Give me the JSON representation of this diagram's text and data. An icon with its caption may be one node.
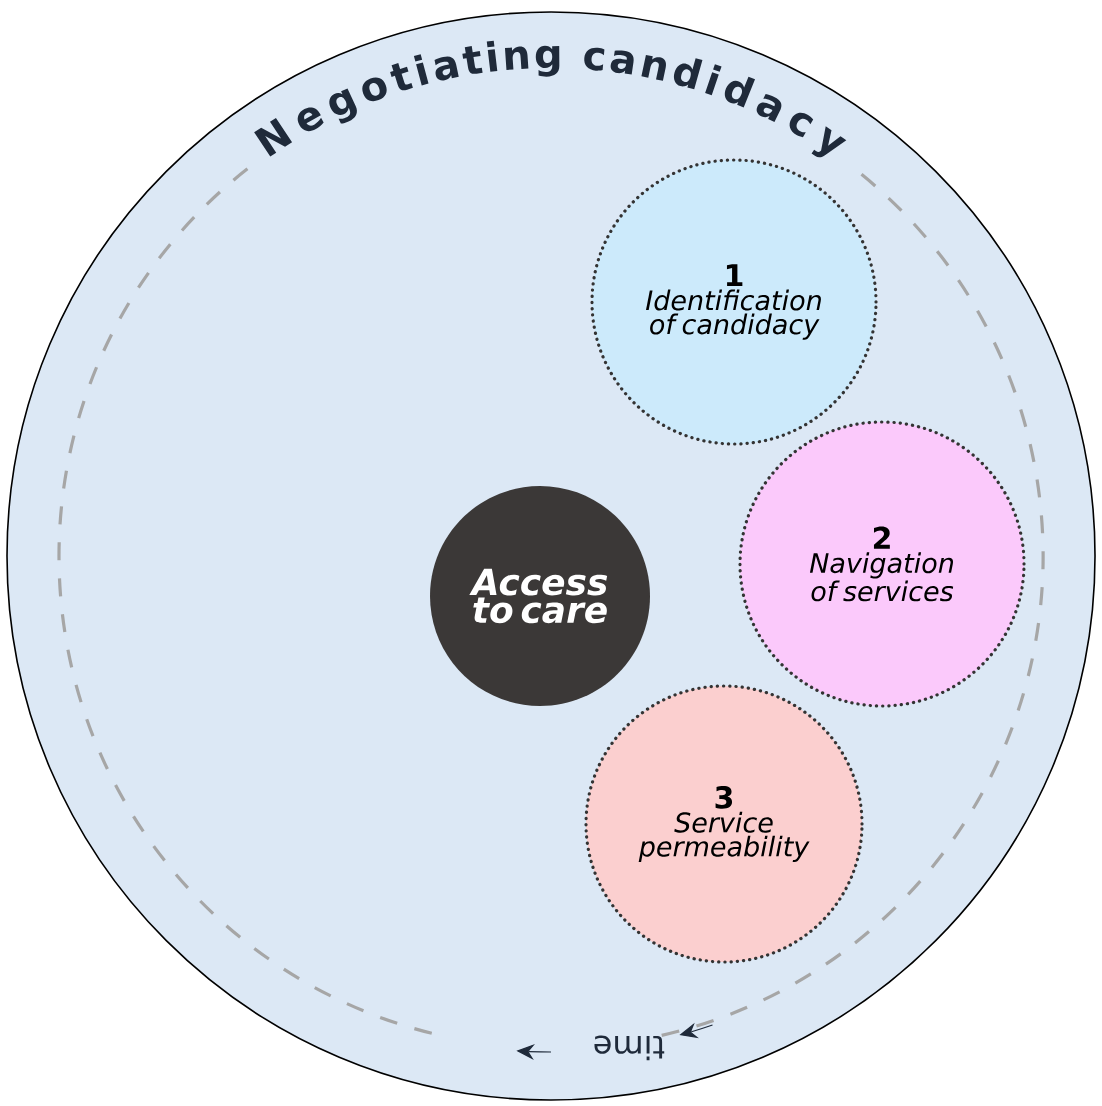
{
  "diagram": {
    "nodes": [
      {
        "text": [
          "Negotiating candidacy"
        ]
      },
      {
        "text": [
          "Access to care"
        ],
        "in": 0
      },
      {
        "text": [
          "1",
          "Identification of candidacy"
        ],
        "in": 0
      },
      {
        "text": [
          "2",
          "Navigation of services"
        ],
        "in": 0
      },
      {
        "text": [
          "3",
          "Service permeability"
        ],
        "in": 0
      }
    ],
    "labels": [
      "time"
    ]
  }
}
